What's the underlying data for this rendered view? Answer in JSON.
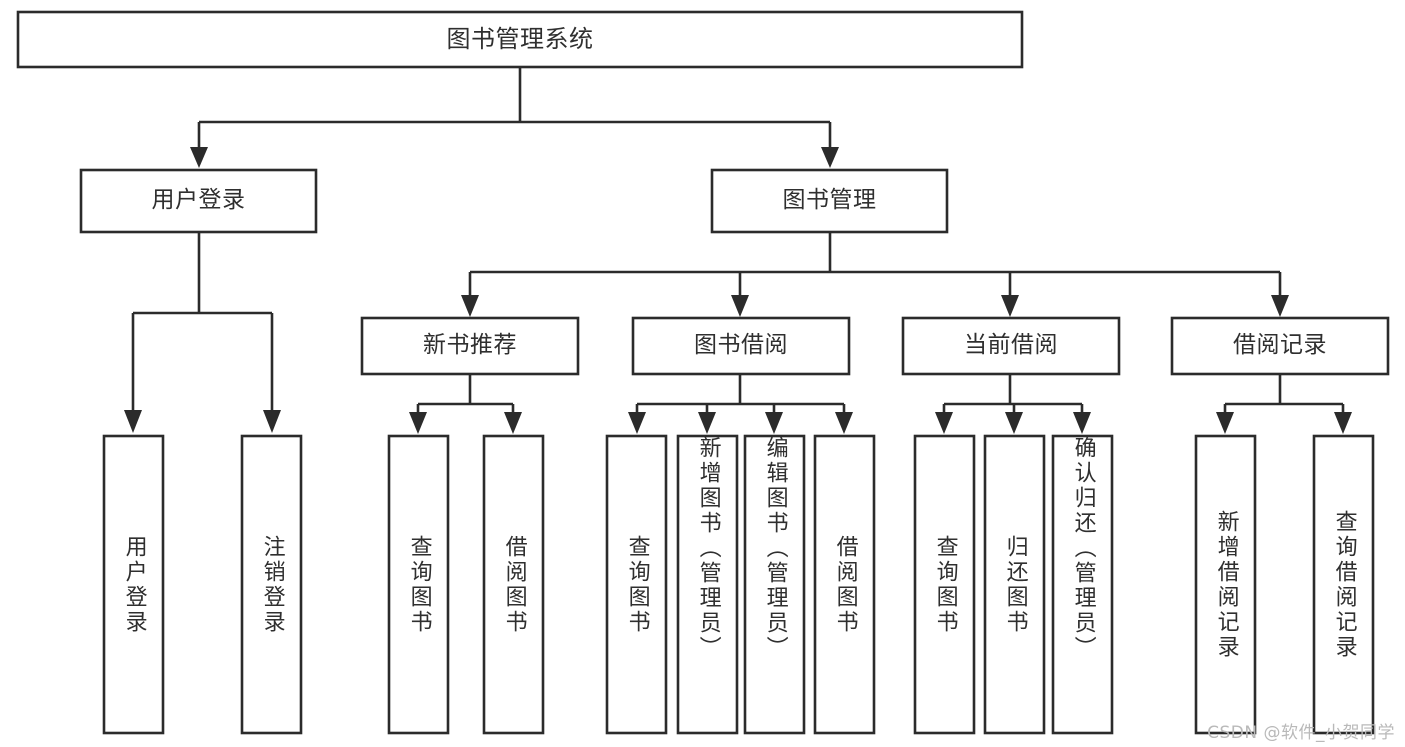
{
  "diagram": {
    "type": "tree",
    "orientation": "top-down",
    "root": {
      "id": "root",
      "label": "图书管理系统",
      "orientation": "horizontal"
    },
    "level2": [
      {
        "id": "user-login",
        "label": "用户登录",
        "orientation": "horizontal"
      },
      {
        "id": "book-manage",
        "label": "图书管理",
        "orientation": "horizontal"
      }
    ],
    "level3": [
      {
        "id": "new-book-recommend",
        "label": "新书推荐",
        "parent": "book-manage",
        "orientation": "horizontal"
      },
      {
        "id": "book-borrow",
        "label": "图书借阅",
        "parent": "book-manage",
        "orientation": "horizontal"
      },
      {
        "id": "current-borrow",
        "label": "当前借阅",
        "parent": "book-manage",
        "orientation": "horizontal"
      },
      {
        "id": "borrow-record",
        "label": "借阅记录",
        "parent": "book-manage",
        "orientation": "horizontal"
      }
    ],
    "leaves": [
      {
        "id": "leaf-user-login",
        "label": "用户登录",
        "parent": "user-login",
        "orientation": "vertical"
      },
      {
        "id": "leaf-logout",
        "label": "注销登录",
        "parent": "user-login",
        "orientation": "vertical"
      },
      {
        "id": "leaf-query-book-1",
        "label": "查询图书",
        "parent": "new-book-recommend",
        "orientation": "vertical"
      },
      {
        "id": "leaf-borrow-book-1",
        "label": "借阅图书",
        "parent": "new-book-recommend",
        "orientation": "vertical"
      },
      {
        "id": "leaf-query-book-2",
        "label": "查询图书",
        "parent": "book-borrow",
        "orientation": "vertical"
      },
      {
        "id": "leaf-add-book",
        "label": "新增图书（管理员）",
        "parent": "book-borrow",
        "orientation": "vertical"
      },
      {
        "id": "leaf-edit-book",
        "label": "编辑图书（管理员）",
        "parent": "book-borrow",
        "orientation": "vertical"
      },
      {
        "id": "leaf-borrow-book-2",
        "label": "借阅图书",
        "parent": "book-borrow",
        "orientation": "vertical"
      },
      {
        "id": "leaf-query-book-3",
        "label": "查询图书",
        "parent": "current-borrow",
        "orientation": "vertical"
      },
      {
        "id": "leaf-return-book",
        "label": "归还图书",
        "parent": "current-borrow",
        "orientation": "vertical"
      },
      {
        "id": "leaf-confirm-return",
        "label": "确认归还（管理员）",
        "parent": "current-borrow",
        "orientation": "vertical"
      },
      {
        "id": "leaf-add-record",
        "label": "新增借阅记录",
        "parent": "borrow-record",
        "orientation": "vertical"
      },
      {
        "id": "leaf-query-record",
        "label": "查询借阅记录",
        "parent": "borrow-record",
        "orientation": "vertical"
      }
    ]
  },
  "watermark": {
    "text": "CSDN @软件_小贺同学"
  },
  "colors": {
    "box_stroke": "#2b2b2b",
    "box_fill": "#ffffff",
    "text": "#2f2f2f",
    "connector": "#2b2b2b",
    "watermark": "#b9b9b9",
    "background": "#ffffff"
  }
}
